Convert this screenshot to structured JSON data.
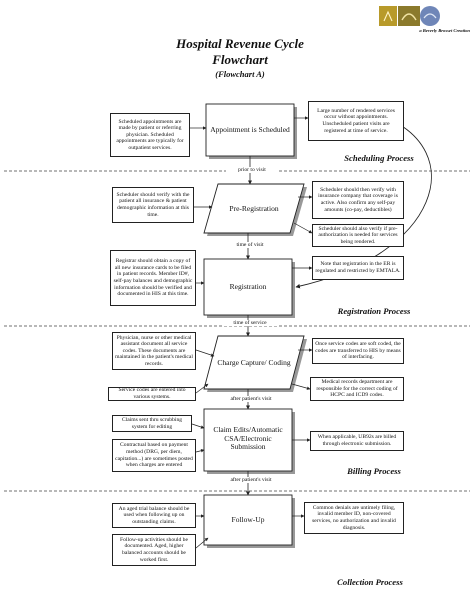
{
  "header": {
    "logo_caption": "a Beverly Brosset Creation"
  },
  "title": {
    "line1": "Hospital Revenue Cycle",
    "line2": "Flowchart",
    "subtitle": "(Flowchart A)"
  },
  "nodes": [
    {
      "id": "appointment",
      "label": "Appointment is Scheduled"
    },
    {
      "id": "preregistration",
      "label": "Pre-Registration"
    },
    {
      "id": "registration",
      "label": "Registration"
    },
    {
      "id": "charge",
      "label": "Charge Capture/ Coding"
    },
    {
      "id": "claims",
      "label": "Claim Edits/Automatic CSA/Electronic Submission"
    },
    {
      "id": "followup",
      "label": "Follow-Up"
    }
  ],
  "connector_labels": {
    "prior_to_visit": "prior to visit",
    "time_of_visit": "time of visit",
    "time_of_service": "time of service",
    "after_patients_visit_1": "after patient's visit",
    "after_patients_visit_2": "after patient's visit"
  },
  "phases": {
    "scheduling": "Scheduling Process",
    "registration": "Registration Process",
    "billing": "Billing Process",
    "collection": "Collection Process"
  },
  "notes": {
    "appt_left": "Scheduled appointments are made by patient or referring physician. Scheduled appointments are typically for outpatient services.",
    "appt_right": "Large number of rendered services occur without appointments. Unscheduled patient visits are registered at time of service.",
    "prereg_left": "Scheduler should verify with the patient all insurance & patient demographic information at this time.",
    "prereg_right_1": "Scheduler should then verify with insurance company that coverage is active. Also confirm any self-pay amounts (co-pay, deductibles)",
    "prereg_right_2": "Scheduler should also verify if pre-authorization is needed for services being rendered.",
    "reg_left": "Registrar should obtain a copy of all new insurance cards to be filed in patient records. Member ID#, self-pay balances and demographic information should be verified and documented in HIS at this time.",
    "reg_right": "Note that registration in the ER is regulated and restricted by EMTALA.",
    "charge_left_1": "Physician, nurse or other medical assistant document all service codes. These documents are maintained in the patient's medical records.",
    "charge_left_2": "Service codes are entered into various systems.",
    "charge_right_1": "Once service codes are soft coded, the codes are transferred to HIS by means of interfacing.",
    "charge_right_2": "Medical records department are responsible for the correct coding of HCPC and ICD9 codes.",
    "claims_left_1": "Claims sent thru scrubbing system for editing",
    "claims_left_2": "Contractual based on payment method (DRG, per diem, capitation...) are sometimes posted when charges are entered",
    "claims_right": "When applicable, UB92s are billed through electronic submission.",
    "follow_left_1": "An aged trial balance should be used when following up on outstanding claims.",
    "follow_left_2": "Follow-up activities should be documented. Aged, higher balanced accounts should be worked first.",
    "follow_right": "Common denials are untimely filing, invalid member ID, non-covered services, no authorization and invalid diagnosis."
  },
  "colors": {
    "line": "#222222",
    "logo_gold": "#b89a2a",
    "logo_olive": "#7a7a2a",
    "logo_blue": "#6f86b8"
  }
}
